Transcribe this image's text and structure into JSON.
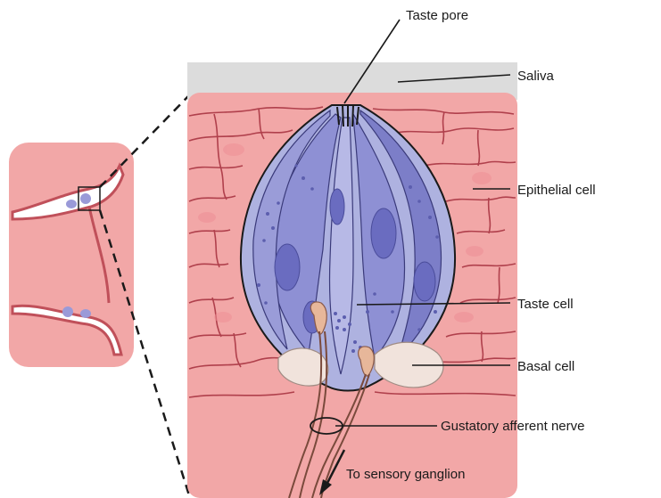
{
  "labels": {
    "taste_pore": "Taste pore",
    "saliva": "Saliva",
    "epithelial_cell": "Epithelial cell",
    "taste_cell": "Taste cell",
    "basal_cell": "Basal cell",
    "gustatory_afferent_nerve": "Gustatory afferent nerve",
    "to_sensory_ganglion": "To sensory ganglion"
  },
  "colors": {
    "tissue": "#f2a7a7",
    "tissue_dark": "#c0505a",
    "saliva": "#dcdcdc",
    "bud_outer": "#aeb2e0",
    "bud_inner": "#8587cf",
    "bud_dark": "#6a6cc0",
    "basal": "#f1e3dc",
    "nerve_ending": "#e7b79a",
    "line": "#1a1a1a"
  }
}
